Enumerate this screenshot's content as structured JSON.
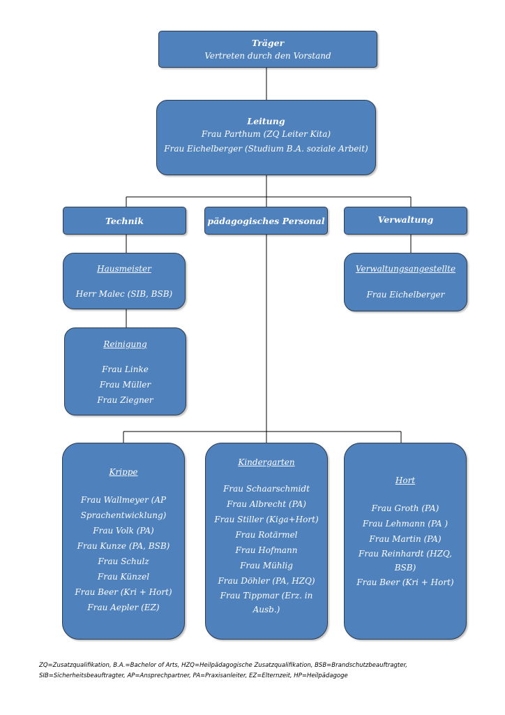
{
  "traeger": {
    "title": "Träger",
    "line": "Vertreten durch den Vorstand"
  },
  "leitung": {
    "title": "Leitung",
    "lines": [
      "Frau Parthum (ZQ Leiter Kita)",
      "Frau Eichelberger (Studium B.A. soziale Arbeit)"
    ]
  },
  "departments": {
    "technik": "Technik",
    "paed": "pädagogisches Personal",
    "verwaltung": "Verwaltung"
  },
  "hausmeister": {
    "title": "Hausmeister",
    "line": "Herr Malec (SIB, BSB)"
  },
  "reinigung": {
    "title": "Reinigung",
    "lines": [
      "Frau Linke",
      "Frau Müller",
      "Frau Ziegner"
    ]
  },
  "verwaltungsangestellte": {
    "title": "Verwaltungsangestellte",
    "line": "Frau Eichelberger"
  },
  "krippe": {
    "title": "Krippe",
    "lines": [
      "Frau Wallmeyer (AP",
      "Sprachentwicklung)",
      "Frau Volk (PA)",
      "Frau Kunze (PA, BSB)",
      "Frau Schulz",
      "Frau Künzel",
      "Frau Beer (Kri + Hort)",
      "Frau Aepler (EZ)"
    ]
  },
  "kindergarten": {
    "title": "Kindergarten",
    "lines": [
      "Frau Schaarschmidt",
      "Frau Albrecht (PA)",
      "Frau Stiller (Kiga+Hort)",
      "Frau Rotärmel",
      "Frau Hofmann",
      "Frau Mühlig",
      "Frau Döhler (PA, HZQ)",
      "Frau Tippmar (Erz. in",
      "Ausb.)"
    ]
  },
  "hort": {
    "title": "Hort",
    "lines": [
      "Frau Groth (PA)",
      "Frau Lehmann (PA )",
      "Frau Martin (PA)",
      "Frau Reinhardt (HZQ,",
      "BSB)",
      "Frau Beer (Kri + Hort)"
    ]
  },
  "footer": {
    "line1": "ZQ=Zusatzqualifikation, B.A.=Bachelor of Arts, HZQ=Heilpädagogische Zusatzqualifikation, BSB=Brandschutzbeauftragter,",
    "line2": "SIB=Sicherheitsbeauftragter, AP=Ansprechpartner, PA=Praxisanleiter, EZ=Elternzeit, HP=Heilpädagoge"
  }
}
